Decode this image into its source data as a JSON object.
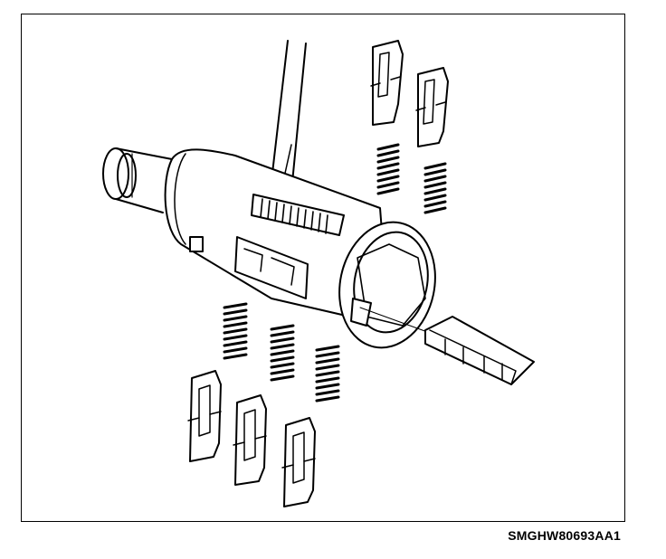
{
  "figure": {
    "code": "SMGHW80693AA1",
    "subject": "lock-cylinder-exploded-view",
    "parts": [
      "screwdriver",
      "lock-cylinder-body",
      "tumbler",
      "tumbler-spring",
      "retainer-bar"
    ],
    "line_color": "#000000",
    "background": "#ffffff"
  }
}
